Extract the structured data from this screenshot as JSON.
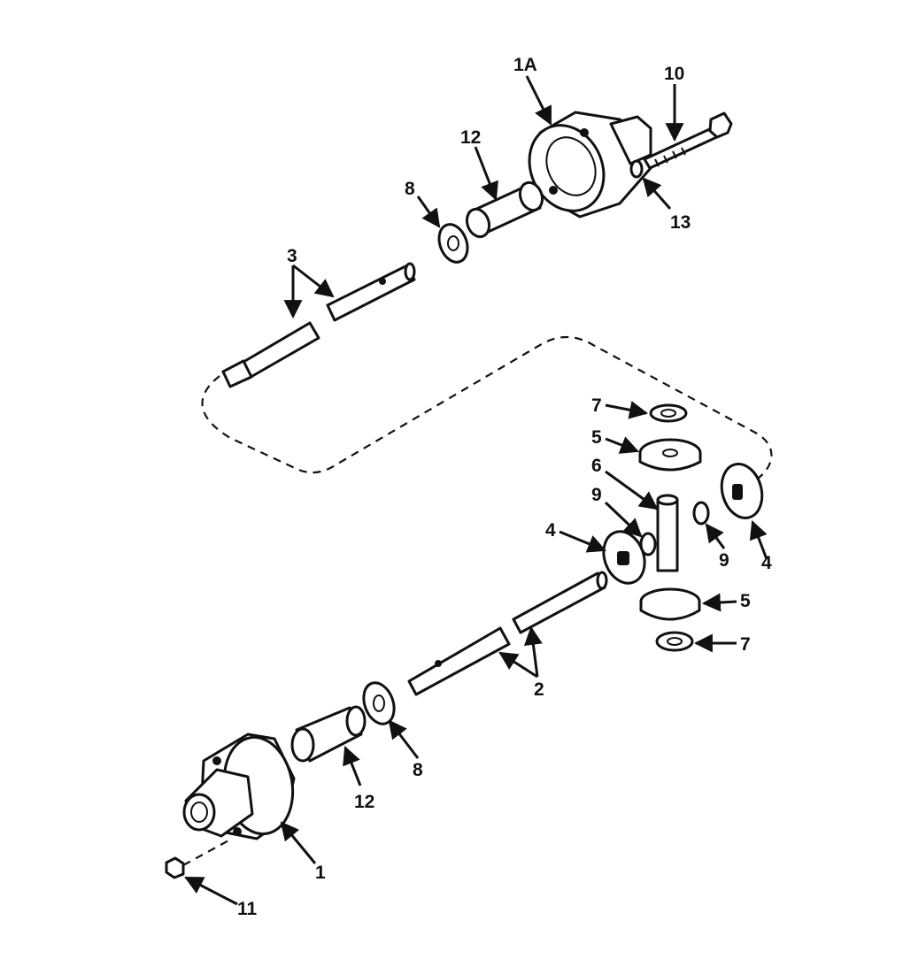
{
  "callouts": {
    "c1A": "1A",
    "c10": "10",
    "c12a": "12",
    "c8a": "8",
    "c13": "13",
    "c3": "3",
    "c7a": "7",
    "c5a": "5",
    "c6": "6",
    "c9a": "9",
    "c4a": "4",
    "c9b": "9",
    "c4b": "4",
    "c5b": "5",
    "c7b": "7",
    "c2": "2",
    "c8b": "8",
    "c12b": "12",
    "c1": "1",
    "c11": "11"
  }
}
